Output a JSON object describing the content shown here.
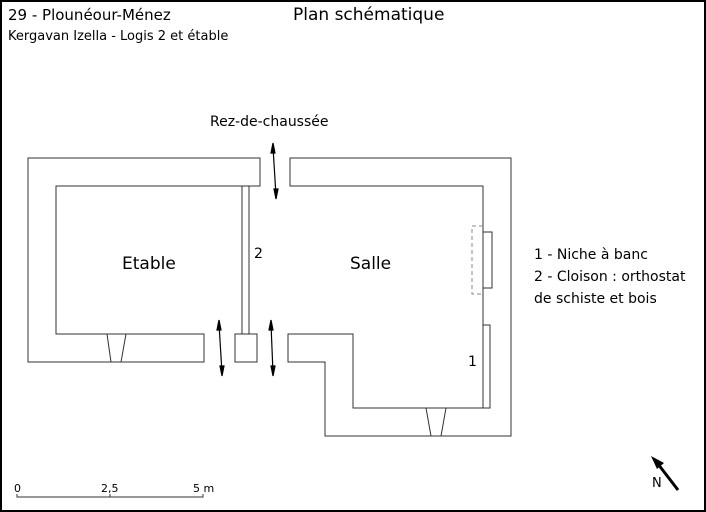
{
  "header": {
    "commune": "29 - Plounéour-Ménez",
    "site": "Kergavan Izella - Logis 2 et étable",
    "title": "Plan schématique"
  },
  "plan": {
    "level": "Rez-de-chaussée",
    "rooms": [
      "Etable",
      "Salle"
    ],
    "markers": [
      "1",
      "2"
    ]
  },
  "legend": {
    "items": [
      "1 - Niche à banc",
      "2 - Cloison : orthostat",
      "de schiste et bois"
    ]
  },
  "scale_bar": {
    "labels": [
      "0",
      "2,5",
      "5 m"
    ]
  },
  "north": {
    "label": "N"
  }
}
